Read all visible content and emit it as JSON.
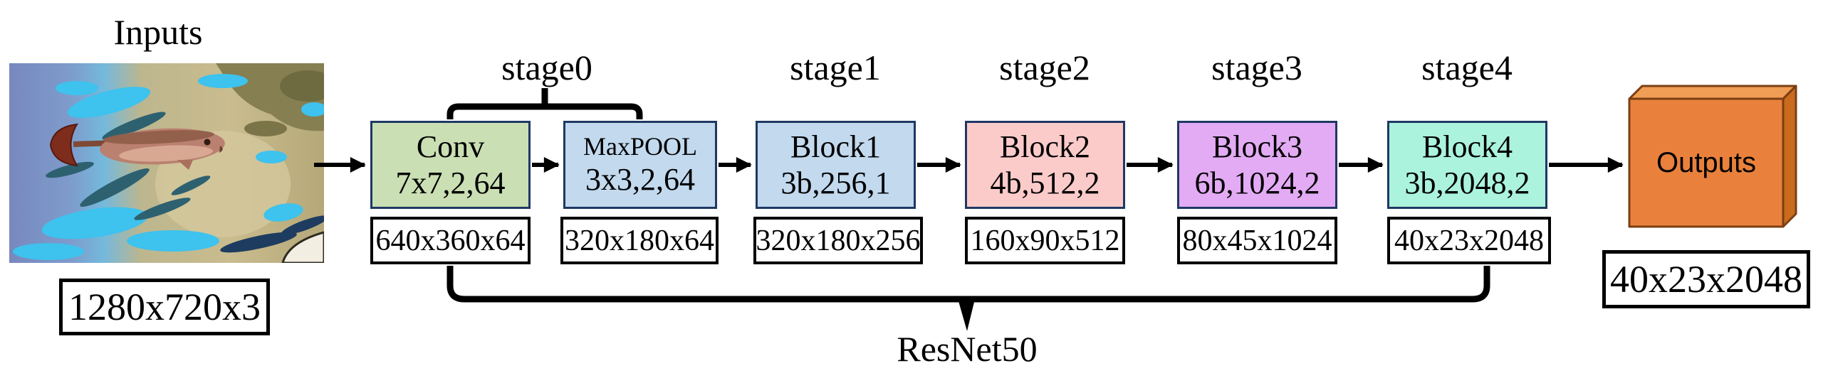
{
  "diagram": {
    "input": {
      "title": "Inputs",
      "dims": "1280x720x3"
    },
    "stages": [
      "stage0",
      "stage1",
      "stage2",
      "stage3",
      "stage4"
    ],
    "blocks": [
      {
        "title": "Conv",
        "params": "7x7,2,64",
        "dims": "640x360x64",
        "color": "#CADFB3"
      },
      {
        "title": "MaxPOOL",
        "params": "3x3,2,64",
        "dims": "320x180x64",
        "color": "#C2D9EE"
      },
      {
        "title": "Block1",
        "params": "3b,256,1",
        "dims": "320x180x256",
        "color": "#C2D9EE"
      },
      {
        "title": "Block2",
        "params": "4b,512,2",
        "dims": "160x90x512",
        "color": "#FBCBCA"
      },
      {
        "title": "Block3",
        "params": "6b,1024,2",
        "dims": "80x45x1024",
        "color": "#E3ABF4"
      },
      {
        "title": "Block4",
        "params": "3b,2048,2",
        "dims": "40x23x2048",
        "color": "#ABF3DD"
      }
    ],
    "output": {
      "title": "Outputs",
      "dims": "40x23x2048",
      "color": "#E9813C",
      "top_color": "#F09D55",
      "side_color": "#C96A1E"
    },
    "network_label": "ResNet50",
    "block_border_color": "#1F3864",
    "arrow_color": "#000000"
  }
}
